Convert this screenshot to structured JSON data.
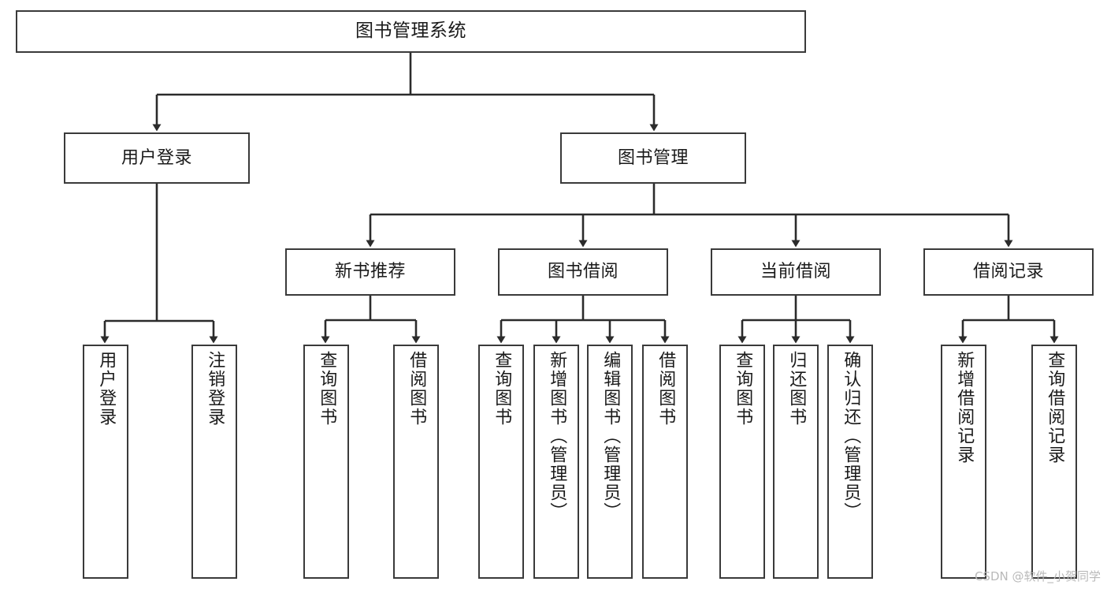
{
  "diagram": {
    "title": "图书管理系统",
    "type": "tree-hierarchy-diagram",
    "watermark": "CSDN @软件_小贺同学",
    "colors": {
      "box_border": "#3a3a3a",
      "box_fill": "#ffffff",
      "edge": "#2b2b2b",
      "text": "#1a1a1a",
      "watermark": "#b9b9b9",
      "background": "#ffffff"
    },
    "nodes": {
      "root": {
        "label": "图书管理系统"
      },
      "level2": [
        {
          "label": "用户登录"
        },
        {
          "label": "图书管理"
        }
      ],
      "level3": [
        {
          "label": "新书推荐"
        },
        {
          "label": "图书借阅"
        },
        {
          "label": "当前借阅"
        },
        {
          "label": "借阅记录"
        }
      ],
      "leaves": {
        "user_login": [
          {
            "label": "用户登录"
          },
          {
            "label": "注销登录"
          }
        ],
        "new_book_recommend": [
          {
            "label": "查询图书"
          },
          {
            "label": "借阅图书"
          }
        ],
        "book_borrow": [
          {
            "label": "查询图书"
          },
          {
            "label": "新增图书（管理员）"
          },
          {
            "label": "编辑图书（管理员）"
          },
          {
            "label": "借阅图书"
          }
        ],
        "current_borrow": [
          {
            "label": "查询图书"
          },
          {
            "label": "归还图书"
          },
          {
            "label": "确认归还（管理员）"
          }
        ],
        "borrow_record": [
          {
            "label": "新增借阅记录"
          },
          {
            "label": "查询借阅记录"
          }
        ]
      }
    }
  }
}
